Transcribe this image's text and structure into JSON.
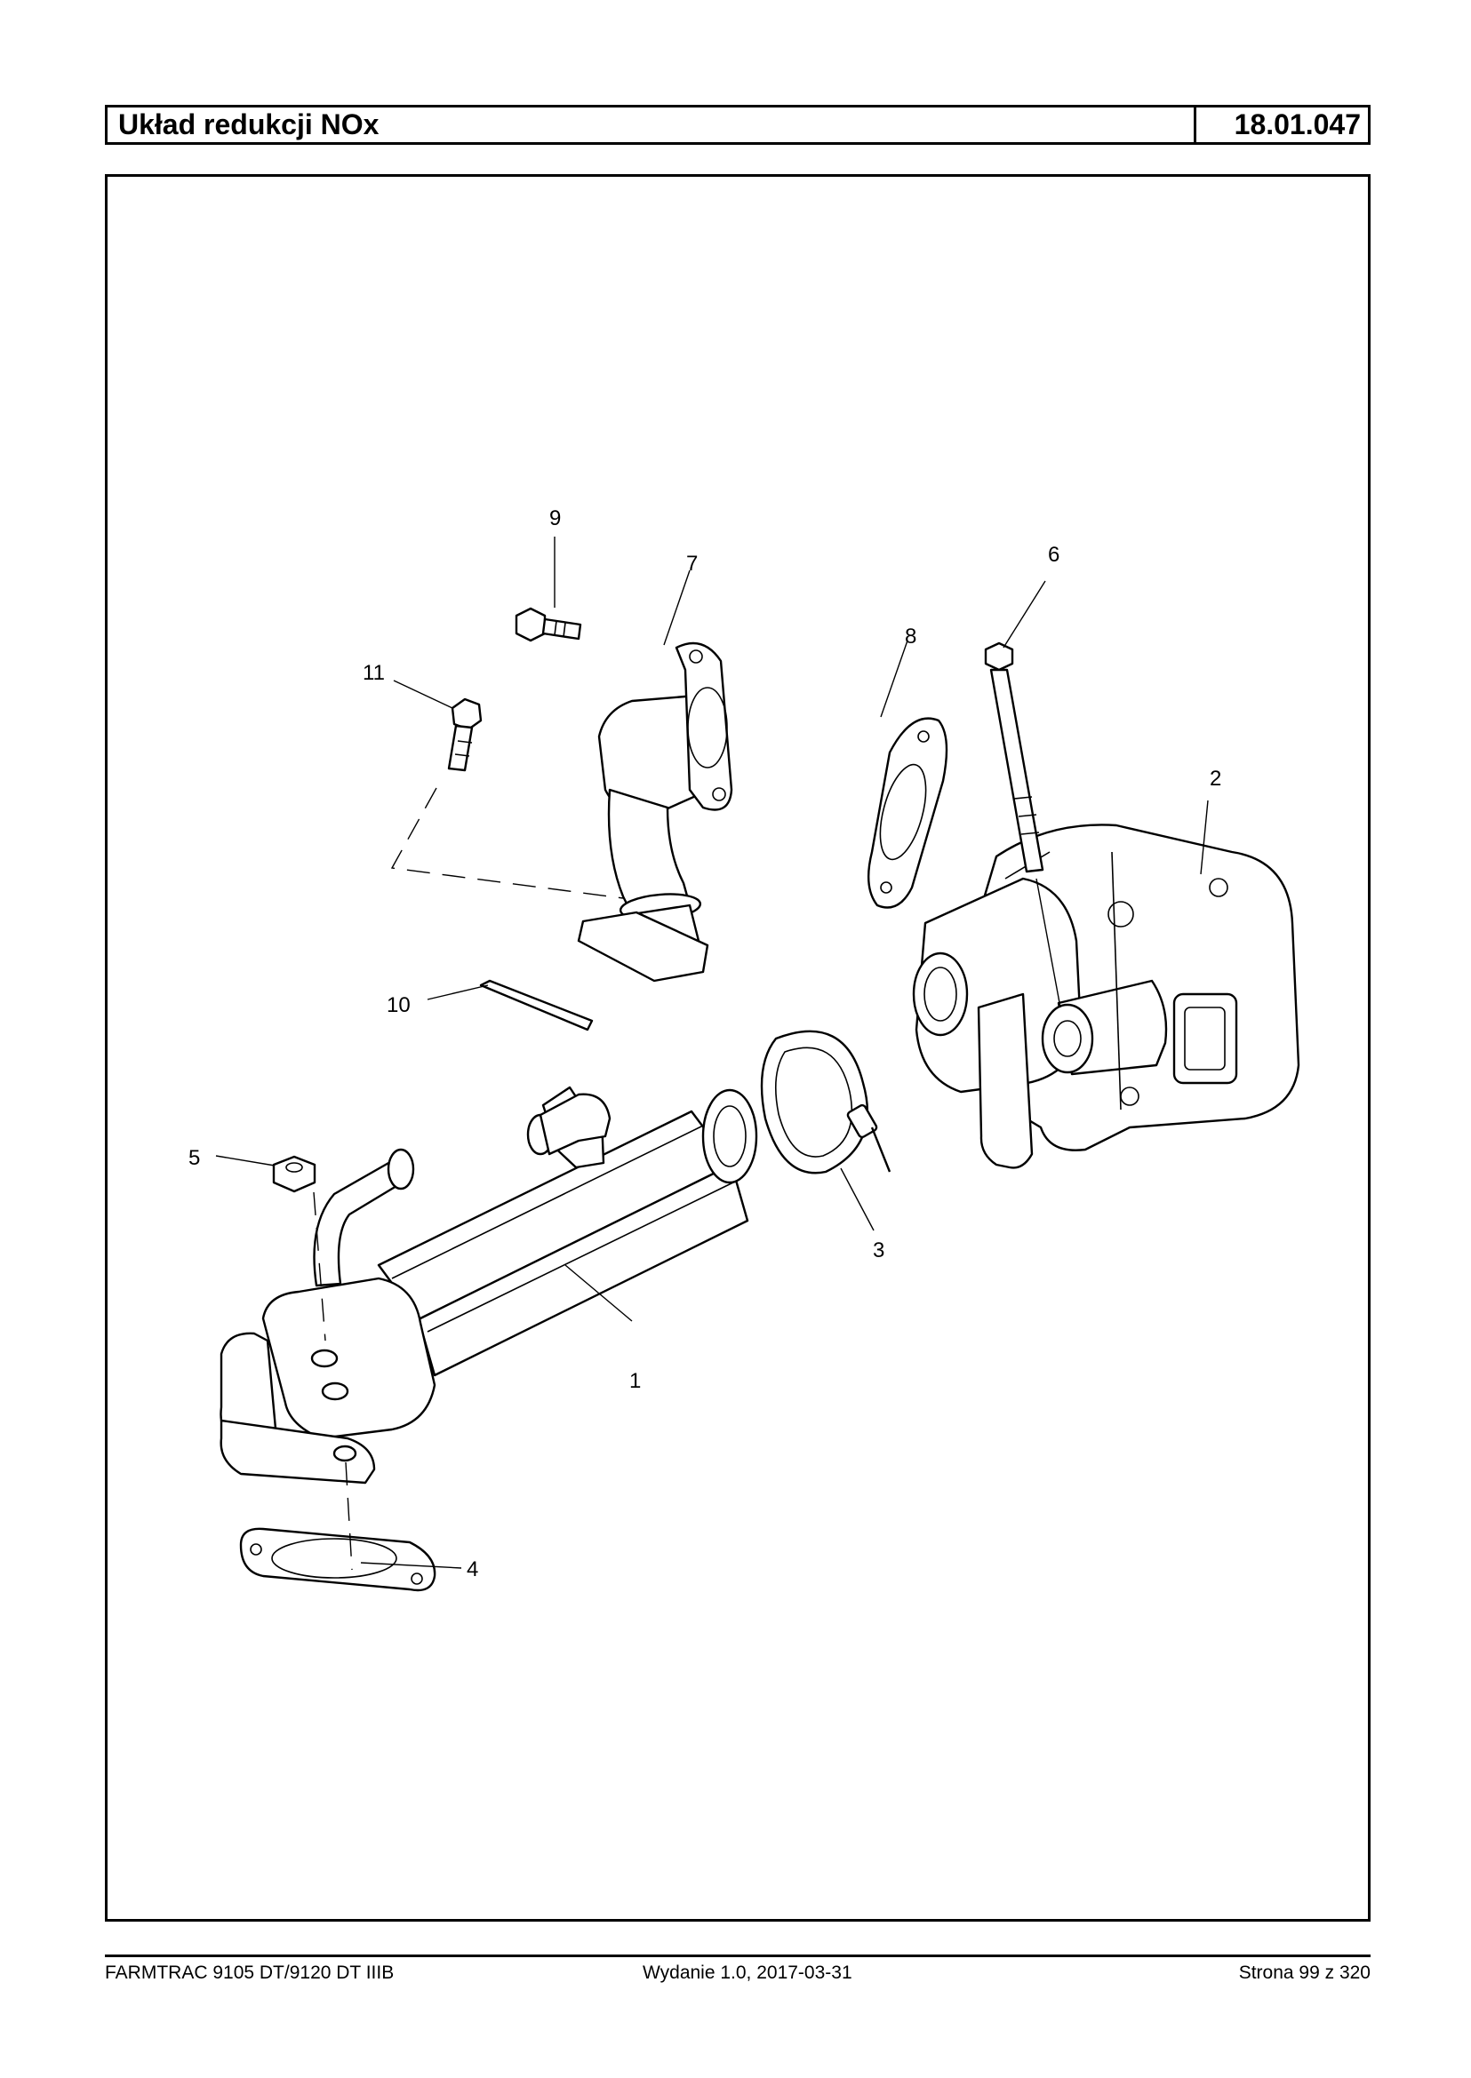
{
  "header": {
    "title": "Układ redukcji NOx",
    "code": "18.01.047"
  },
  "diagram": {
    "callouts": [
      {
        "id": "1",
        "label": "1"
      },
      {
        "id": "2",
        "label": "2"
      },
      {
        "id": "3",
        "label": "3"
      },
      {
        "id": "4",
        "label": "4"
      },
      {
        "id": "5",
        "label": "5"
      },
      {
        "id": "6",
        "label": "6"
      },
      {
        "id": "7",
        "label": "7"
      },
      {
        "id": "8",
        "label": "8"
      },
      {
        "id": "9",
        "label": "9"
      },
      {
        "id": "10",
        "label": "10"
      },
      {
        "id": "11",
        "label": "11"
      }
    ]
  },
  "footer": {
    "model": "FARMTRAC 9105 DT/9120 DT IIIB",
    "edition": "Wydanie 1.0,  2017-03-31",
    "page": "Strona 99 z 320"
  }
}
